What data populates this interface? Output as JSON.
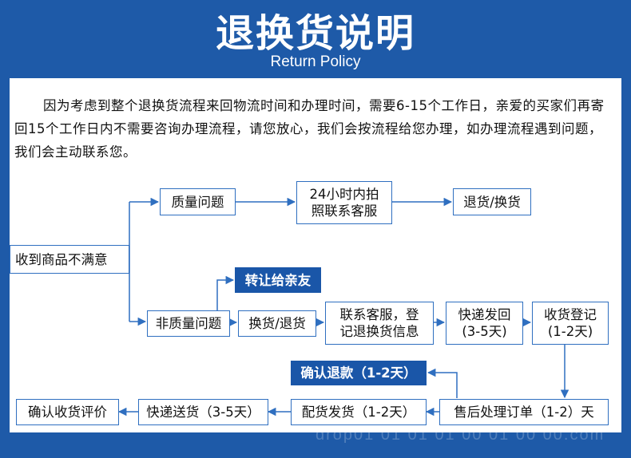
{
  "header": {
    "title": "退换货说明",
    "subtitle": "Return Policy"
  },
  "intro": "因为考虑到整个退换货流程来回物流时间和办理时间，需要6-15个工作日，亲爱的买家们再寄回15个工作日内不需要咨询办理流程，请您放心，我们会按流程给您办理，如办理流程遇到问题，我们会主动联系您。",
  "flow": {
    "start": "收到商品不满意",
    "quality_issue": "质量问题",
    "contact_24h": "24小时内拍\n照联系客服",
    "return_exchange": "退货/换货",
    "non_quality_issue": "非质量问题",
    "transfer_friends": "转让给亲友",
    "exchange_return": "换货/退货",
    "contact_register": "联系客服，登\n记退换货信息",
    "express_return": "快递发回\n(3-5天)",
    "receive_register": "收货登记\n(1-2天)",
    "confirm_refund": "确认退款（1-2天）",
    "after_sale": "售后处理订单（1-2）天",
    "dispatch": "配货发货（1-2天）",
    "express_delivery": "快递送货（3-5天）",
    "confirm_receipt": "确认收货评价"
  },
  "watermark": "drop01 01 01 01 00 01 00 00.com",
  "colors": {
    "background": "#1e5aa8",
    "box_border": "#2f6fc0",
    "highlight_box": "#1a56a8",
    "arrow": "#2f6fc0"
  }
}
